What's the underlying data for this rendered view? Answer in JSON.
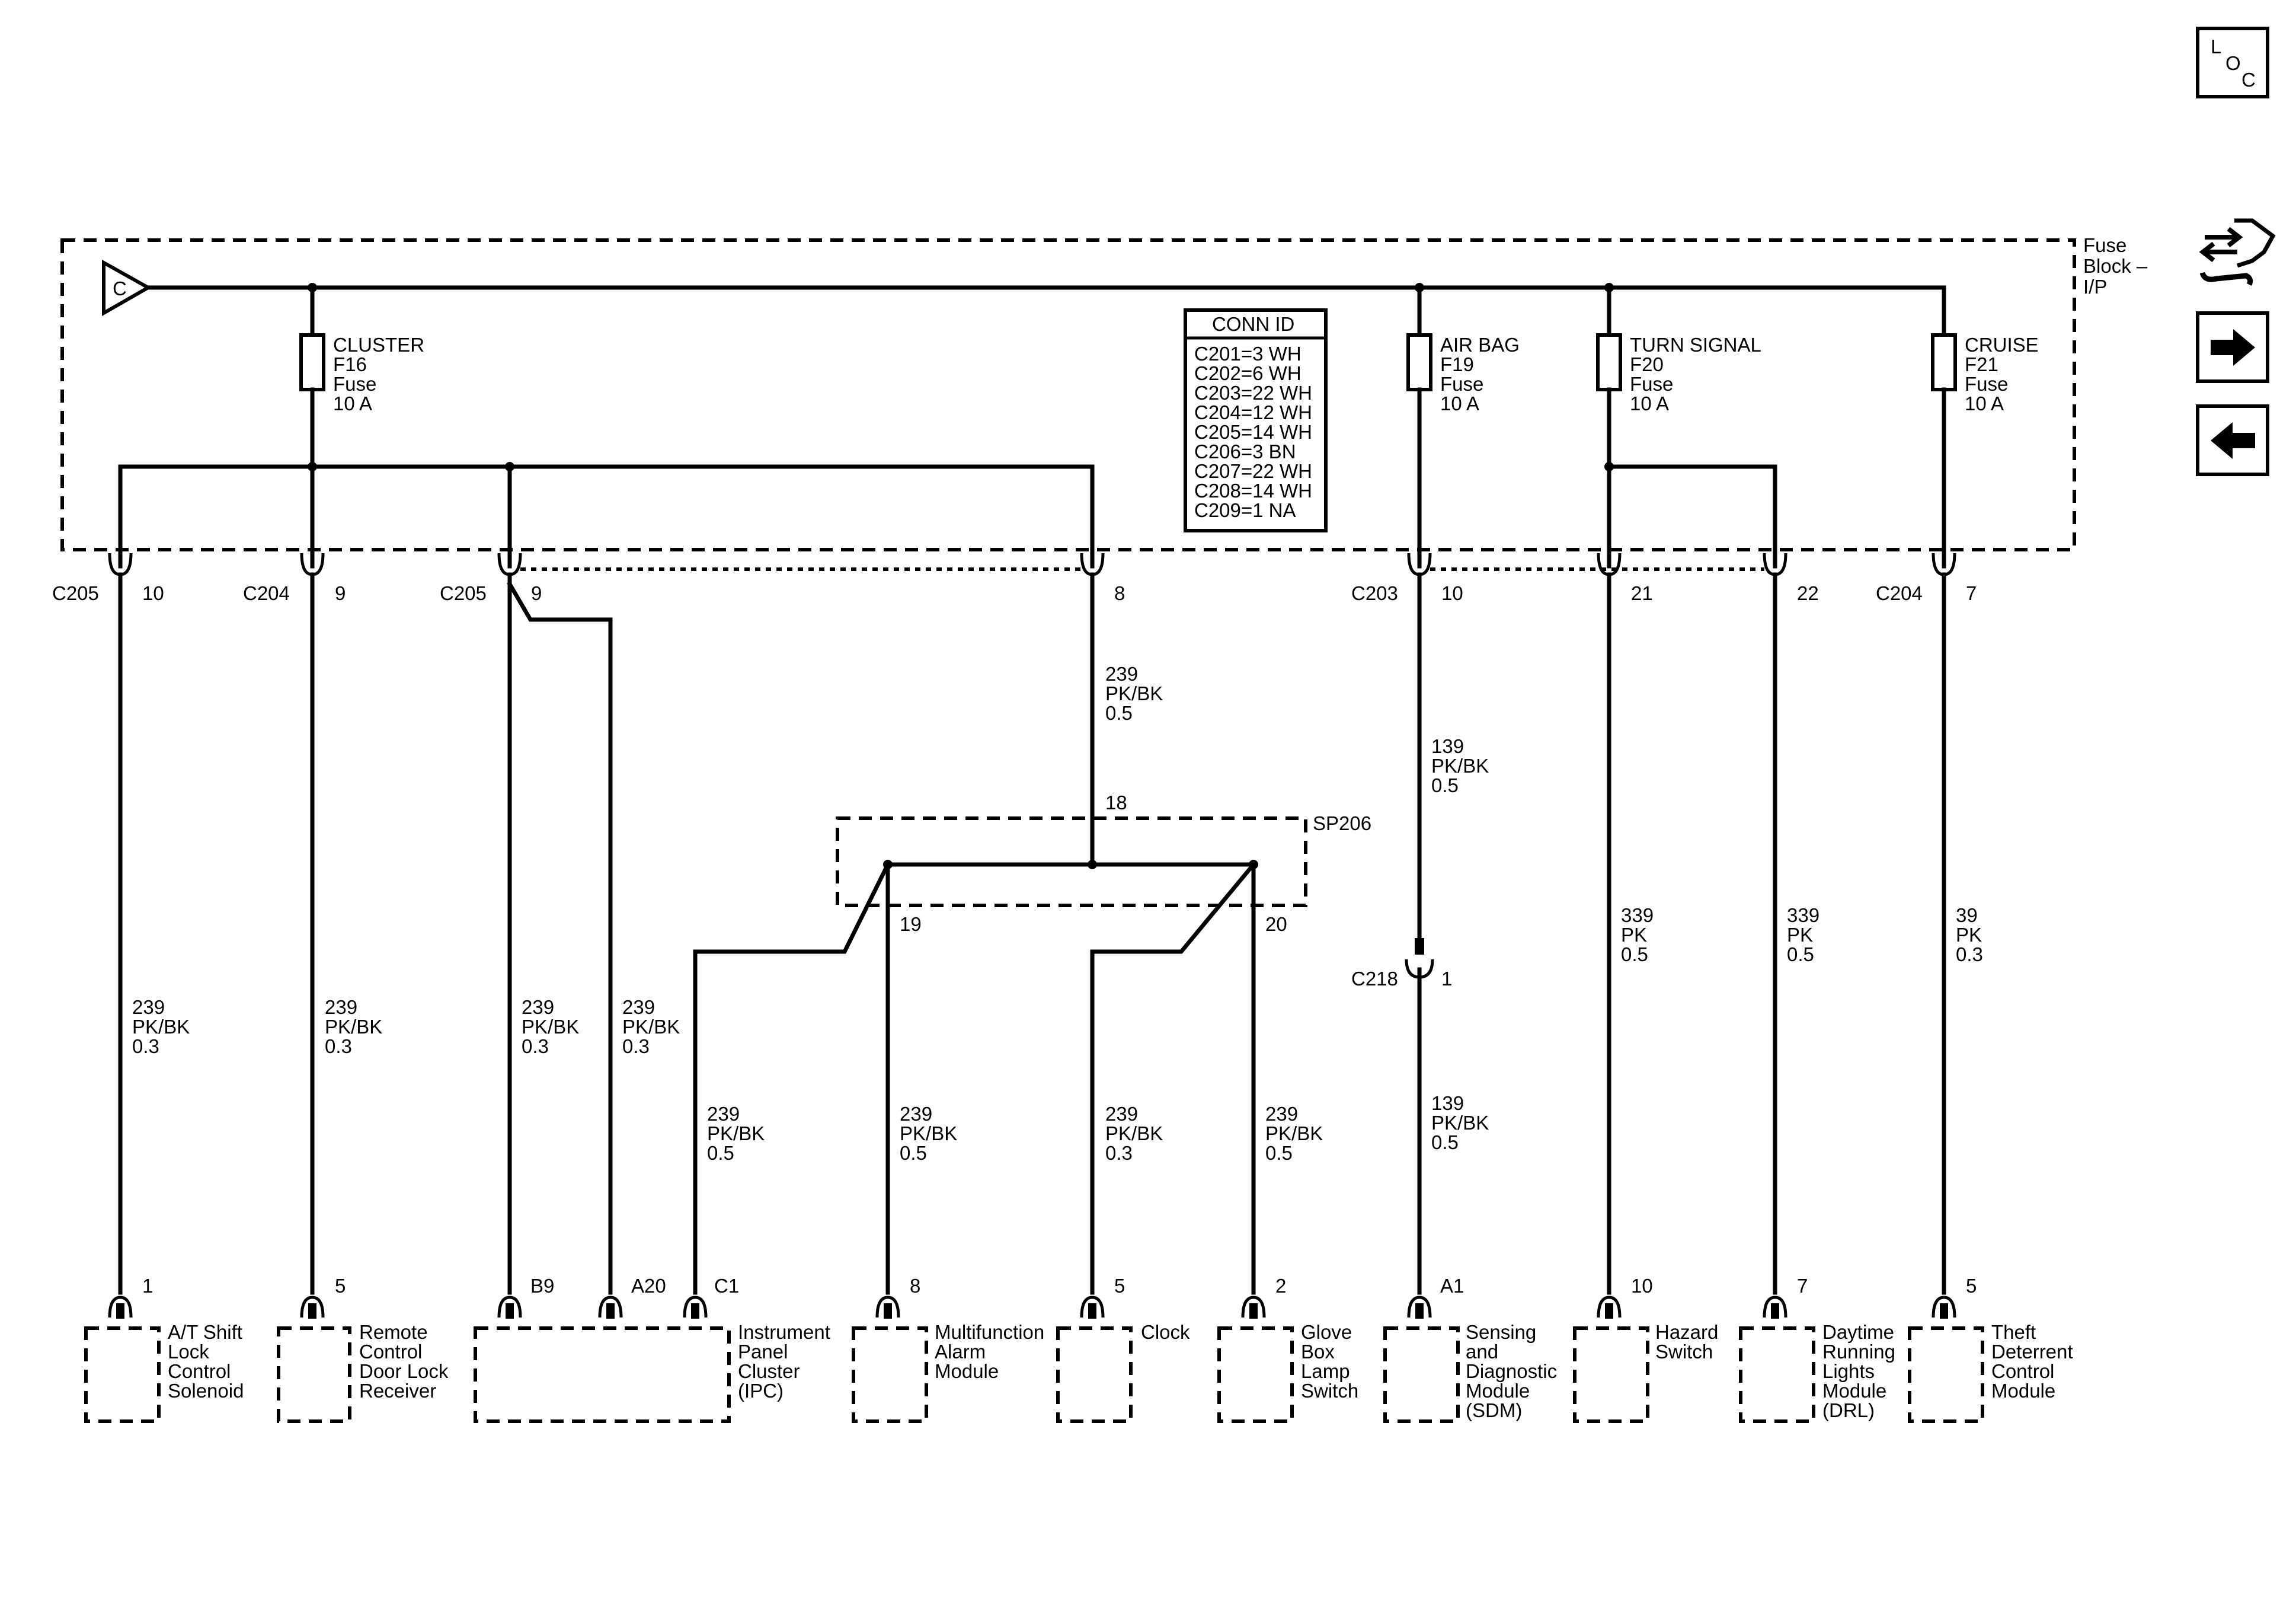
{
  "source_symbol": "C",
  "fuse_block_label": [
    "Fuse",
    "Block –",
    "I/P"
  ],
  "fuses": [
    {
      "name": "CLUSTER",
      "id": "F16",
      "type": "Fuse",
      "rating": "10 A"
    },
    {
      "name": "AIR BAG",
      "id": "F19",
      "type": "Fuse",
      "rating": "10 A"
    },
    {
      "name": "TURN SIGNAL",
      "id": "F20",
      "type": "Fuse",
      "rating": "10 A"
    },
    {
      "name": "CRUISE",
      "id": "F21",
      "type": "Fuse",
      "rating": "10 A"
    }
  ],
  "conn_id": {
    "title": "CONN ID",
    "entries": [
      "C201=3 WH",
      "C202=6 WH",
      "C203=22 WH",
      "C204=12 WH",
      "C205=14 WH",
      "C206=3 BN",
      "C207=22 WH",
      "C208=14 WH",
      "C209=1 NA"
    ]
  },
  "connector_labels": [
    "C205",
    "C204",
    "C205",
    "C203",
    "C204",
    "C218"
  ],
  "pins_top": [
    "10",
    "9",
    "9",
    "8",
    "10",
    "21",
    "22",
    "7"
  ],
  "pin_c218": "1",
  "splice": {
    "name": "SP206",
    "pin_top": "18",
    "pin_left": "19",
    "pin_right": "20"
  },
  "wires": [
    [
      "239",
      "PK/BK",
      "0.5"
    ],
    [
      "139",
      "PK/BK",
      "0.5"
    ],
    [
      "239",
      "PK/BK",
      "0.3"
    ],
    [
      "239",
      "PK/BK",
      "0.3"
    ],
    [
      "239",
      "PK/BK",
      "0.3"
    ],
    [
      "239",
      "PK/BK",
      "0.3"
    ],
    [
      "239",
      "PK/BK",
      "0.5"
    ],
    [
      "239",
      "PK/BK",
      "0.5"
    ],
    [
      "239",
      "PK/BK",
      "0.3"
    ],
    [
      "239",
      "PK/BK",
      "0.5"
    ],
    [
      "139",
      "PK/BK",
      "0.5"
    ],
    [
      "339",
      "PK",
      "0.5"
    ],
    [
      "339",
      "PK",
      "0.5"
    ],
    [
      "39",
      "PK",
      "0.3"
    ]
  ],
  "bottom_pins": [
    "1",
    "5",
    "B9",
    "A20",
    "C1",
    "8",
    "5",
    "2",
    "A1",
    "10",
    "7",
    "5"
  ],
  "components": [
    [
      "A/T Shift",
      "Lock",
      "Control",
      "Solenoid"
    ],
    [
      "Remote",
      "Control",
      "Door Lock",
      "Receiver"
    ],
    [
      "Instrument",
      "Panel",
      "Cluster",
      "(IPC)"
    ],
    [
      "Multifunction",
      "Alarm",
      "Module"
    ],
    [
      "Clock"
    ],
    [
      "Glove",
      "Box",
      "Lamp",
      "Switch"
    ],
    [
      "Sensing",
      "and",
      "Diagnostic",
      "Module",
      "(SDM)"
    ],
    [
      "Hazard",
      "Switch"
    ],
    [
      "Daytime",
      "Running",
      "Lights",
      "Module",
      "(DRL)"
    ],
    [
      "Theft",
      "Deterrent",
      "Control",
      "Module"
    ]
  ],
  "nav": {
    "loc": [
      "L",
      "O",
      "C"
    ],
    "icons": [
      "wiring-harness-icon",
      "arrow-right-icon",
      "arrow-left-icon"
    ]
  }
}
